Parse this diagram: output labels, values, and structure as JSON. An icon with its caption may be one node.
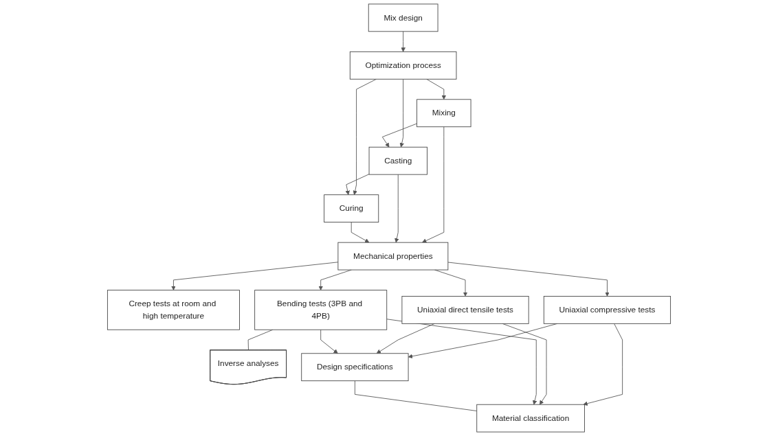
{
  "diagram": {
    "nodes": [
      {
        "text": [
          "Mix design"
        ]
      },
      {
        "text": [
          "Optimization process"
        ]
      },
      {
        "text": [
          "Mixing"
        ]
      },
      {
        "text": [
          "Casting"
        ]
      },
      {
        "text": [
          "Curing"
        ]
      },
      {
        "text": [
          "Mechanical properties"
        ]
      },
      {
        "text": [
          "Creep tests at room and high temperature"
        ]
      },
      {
        "text": [
          "Uniaxial compressive tests"
        ]
      },
      {
        "text": [
          "Uniaxial direct tensile tests"
        ]
      },
      {
        "text": [
          "Bending tests (3PB and 4PB)"
        ]
      },
      {
        "text": [
          "Inverse analyses"
        ]
      },
      {
        "text": [
          "Design specifications"
        ]
      },
      {
        "text": [
          "Material classification"
        ]
      }
    ],
    "edges": [
      {
        "from": 0,
        "to": 1,
        "arrow": "to"
      },
      {
        "from": 1,
        "to": 2,
        "arrow": "to"
      },
      {
        "from": 1,
        "to": 3,
        "arrow": "to"
      },
      {
        "from": 1,
        "to": 4,
        "arrow": "to"
      },
      {
        "from": 2,
        "to": 3,
        "arrow": "to"
      },
      {
        "from": 3,
        "to": 4,
        "arrow": "to"
      },
      {
        "from": 2,
        "to": 5,
        "arrow": "to"
      },
      {
        "from": 3,
        "to": 5,
        "arrow": "to"
      },
      {
        "from": 4,
        "to": 5,
        "arrow": "to"
      },
      {
        "from": 5,
        "to": 6,
        "arrow": "to"
      },
      {
        "from": 5,
        "to": 7,
        "arrow": "to"
      },
      {
        "from": 5,
        "to": 8,
        "arrow": "to"
      },
      {
        "from": 5,
        "to": 9,
        "arrow": "to"
      },
      {
        "from": 9,
        "to": 10,
        "arrow": "none"
      },
      {
        "from": 7,
        "to": 11,
        "arrow": "to"
      },
      {
        "from": 7,
        "to": 12,
        "arrow": "to"
      },
      {
        "from": 8,
        "to": 11,
        "arrow": "to"
      },
      {
        "from": 8,
        "to": 12,
        "arrow": "to"
      },
      {
        "from": 9,
        "to": 11,
        "arrow": "to"
      },
      {
        "from": 9,
        "to": 12,
        "arrow": "to"
      },
      {
        "from": 11,
        "to": 12,
        "arrow": "none"
      }
    ]
  }
}
